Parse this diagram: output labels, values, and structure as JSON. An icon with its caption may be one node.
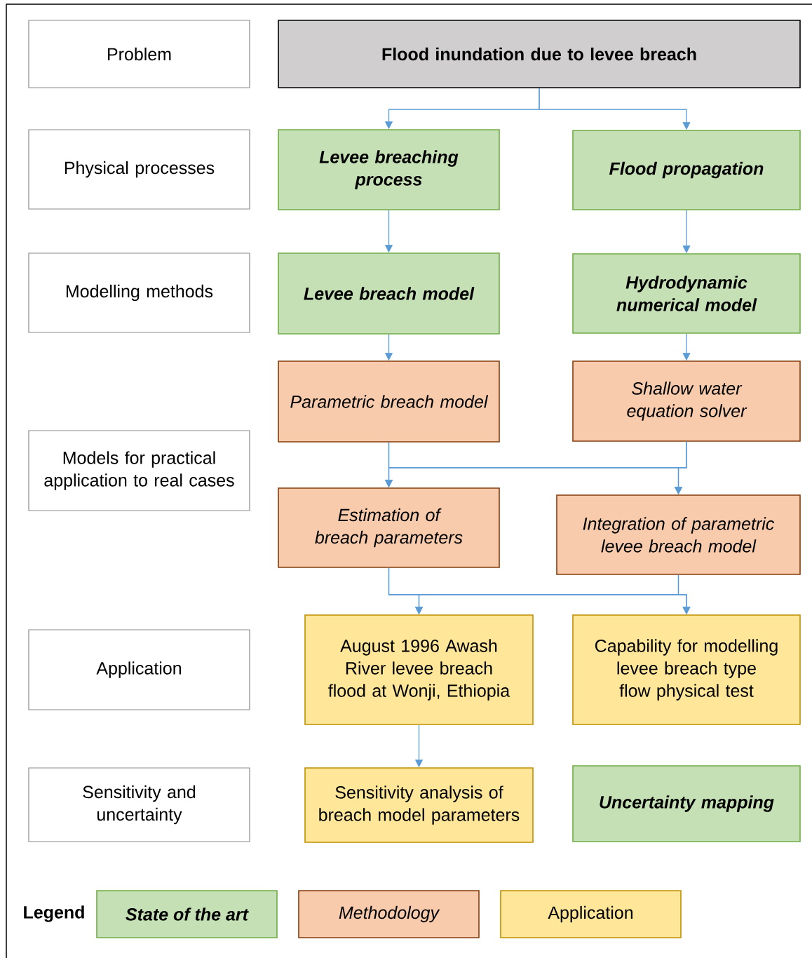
{
  "diagram": {
    "nodes": [
      {
        "text": [
          "Problem"
        ]
      },
      {
        "text": [
          "Flood inundation due to levee breach"
        ]
      },
      {
        "text": [
          "Physical processes"
        ]
      },
      {
        "text": [
          "Levee breaching process"
        ]
      },
      {
        "text": [
          "Flood propagation"
        ]
      },
      {
        "text": [
          "Modelling methods"
        ]
      },
      {
        "text": [
          "Levee breach model"
        ]
      },
      {
        "text": [
          "Hydrodynamic numerical model"
        ]
      },
      {
        "text": [
          "Parametric breach model"
        ]
      },
      {
        "text": [
          "Shallow water equation solver"
        ]
      },
      {
        "text": [
          "Models for practical application to real cases"
        ]
      },
      {
        "text": [
          "Estimation of breach parameters"
        ]
      },
      {
        "text": [
          "Integration of parametric levee breach model"
        ]
      },
      {
        "text": [
          "Application"
        ]
      },
      {
        "text": [
          "August 1996 Awash River levee breach flood at Wonji, Ethiopia"
        ]
      },
      {
        "text": [
          "Capability for modelling levee breach type flow physical test"
        ]
      },
      {
        "text": [
          "Sensitivity and uncertainty"
        ]
      },
      {
        "text": [
          "Sensitivity analysis of breach model parameters"
        ]
      },
      {
        "text": [
          "Uncertainty mapping"
        ]
      }
    ],
    "edges": [
      {
        "from": 1,
        "to": 3,
        "arrow": "to"
      },
      {
        "from": 1,
        "to": 4,
        "arrow": "to"
      },
      {
        "from": 3,
        "to": 6,
        "arrow": "to"
      },
      {
        "from": 4,
        "to": 7,
        "arrow": "to"
      },
      {
        "from": 6,
        "to": 8,
        "arrow": "to"
      },
      {
        "from": 7,
        "to": 9,
        "arrow": "to"
      },
      {
        "from": 8,
        "to": 11,
        "arrow": "to"
      },
      {
        "from": 8,
        "to": 12,
        "arrow": "to"
      },
      {
        "from": 9,
        "to": 11,
        "arrow": "to"
      },
      {
        "from": 9,
        "to": 12,
        "arrow": "to"
      },
      {
        "from": 11,
        "to": 14,
        "arrow": "to"
      },
      {
        "from": 11,
        "to": 15,
        "arrow": "to"
      },
      {
        "from": 12,
        "to": 14,
        "arrow": "to"
      },
      {
        "from": 12,
        "to": 15,
        "arrow": "to"
      },
      {
        "from": 14,
        "to": 17,
        "arrow": "to"
      }
    ],
    "labels": [
      "Legend"
    ],
    "legend": [
      {
        "text": "State of the art",
        "color": "#c5e0b4"
      },
      {
        "text": "Methodology",
        "color": "#f8cbad"
      },
      {
        "text": "Application",
        "color": "#ffe699"
      }
    ]
  }
}
